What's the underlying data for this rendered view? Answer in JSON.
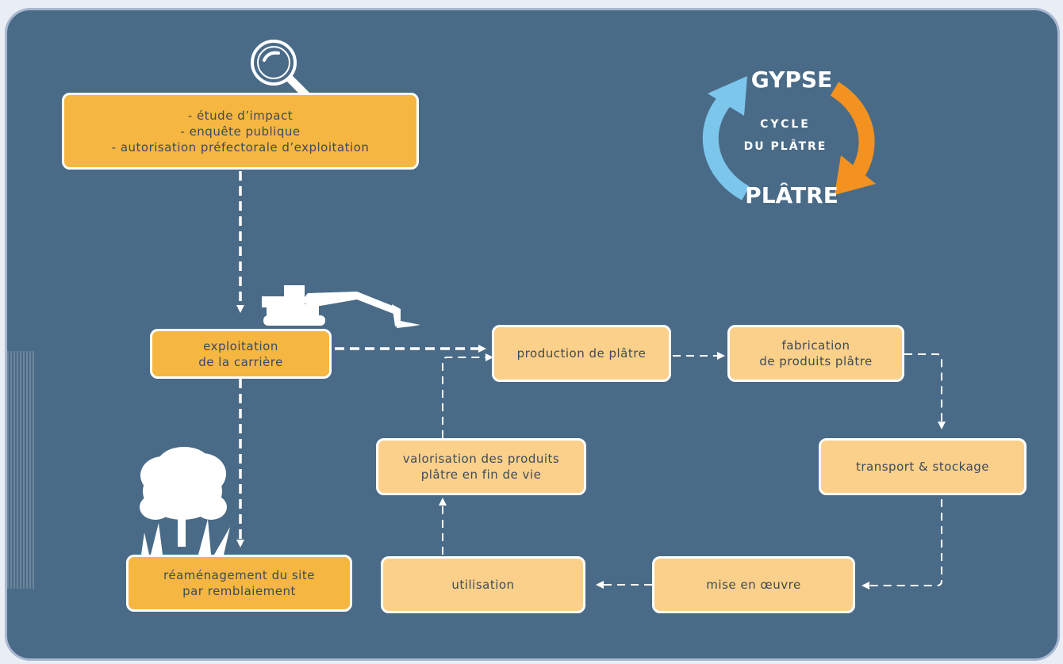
{
  "boxes": {
    "impact": [
      "- étude d’impact",
      "- enquête publique",
      "- autorisation préfectorale d’exploitation"
    ],
    "exploitation": [
      "exploitation",
      "de la carrière"
    ],
    "reamenagement": [
      "réaménagement du site",
      "par remblaiement"
    ],
    "production": "production de plâtre",
    "fabrication": [
      "fabrication",
      "de produits plâtre"
    ],
    "transport": "transport & stockage",
    "mise_en_oeuvre": "mise en œuvre",
    "utilisation": "utilisation",
    "valorisation": [
      "valorisation des produits",
      "plâtre en fin de vie"
    ]
  },
  "cycle": {
    "top": "GYPSE",
    "center": [
      "CYCLE",
      "DU PLÂTRE"
    ],
    "bottom": "PLÂTRE"
  },
  "colors": {
    "background": "#4a6b87",
    "box_dark": "#f5b642",
    "box_light": "#fbd08a",
    "arrow_blue": "#7cc6ec",
    "arrow_orange": "#f39220"
  }
}
